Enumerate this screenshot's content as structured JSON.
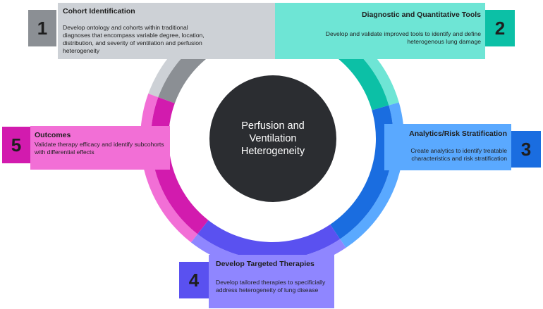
{
  "center": {
    "title": "Perfusion and Ventilation Heterogeneity"
  },
  "steps": [
    {
      "number": "1",
      "title": "Cohort Identification",
      "description": "Develop ontology and cohorts within traditional diagnoses that encompass variable degree, location, distribution, and severity of ventilation and perfusion heterogeneity",
      "color_light": "#cdd1d6",
      "color_dark": "#8b8f94"
    },
    {
      "number": "2",
      "title": "Diagnostic and Quantitative Tools",
      "description": "Develop and validate improved tools to identify and define heterogenous lung damage",
      "color_light": "#6ee5d5",
      "color_dark": "#0cc0a6"
    },
    {
      "number": "3",
      "title": "Analytics/Risk Stratification",
      "description": "Create analytics to identify treatable characteristics and risk stratification",
      "color_light": "#5aa9ff",
      "color_dark": "#1a6de0"
    },
    {
      "number": "4",
      "title": "Develop Targeted Therapies",
      "description": "Develop tailored therapies to specificially address heterogeneity of lung disease",
      "color_light": "#8f86ff",
      "color_dark": "#5a51f0"
    },
    {
      "number": "5",
      "title": "Outcomes",
      "description": "Validate therapy efficacy and identify subcohorts with differential effects",
      "color_light": "#f26fd6",
      "color_dark": "#d21bae"
    }
  ]
}
